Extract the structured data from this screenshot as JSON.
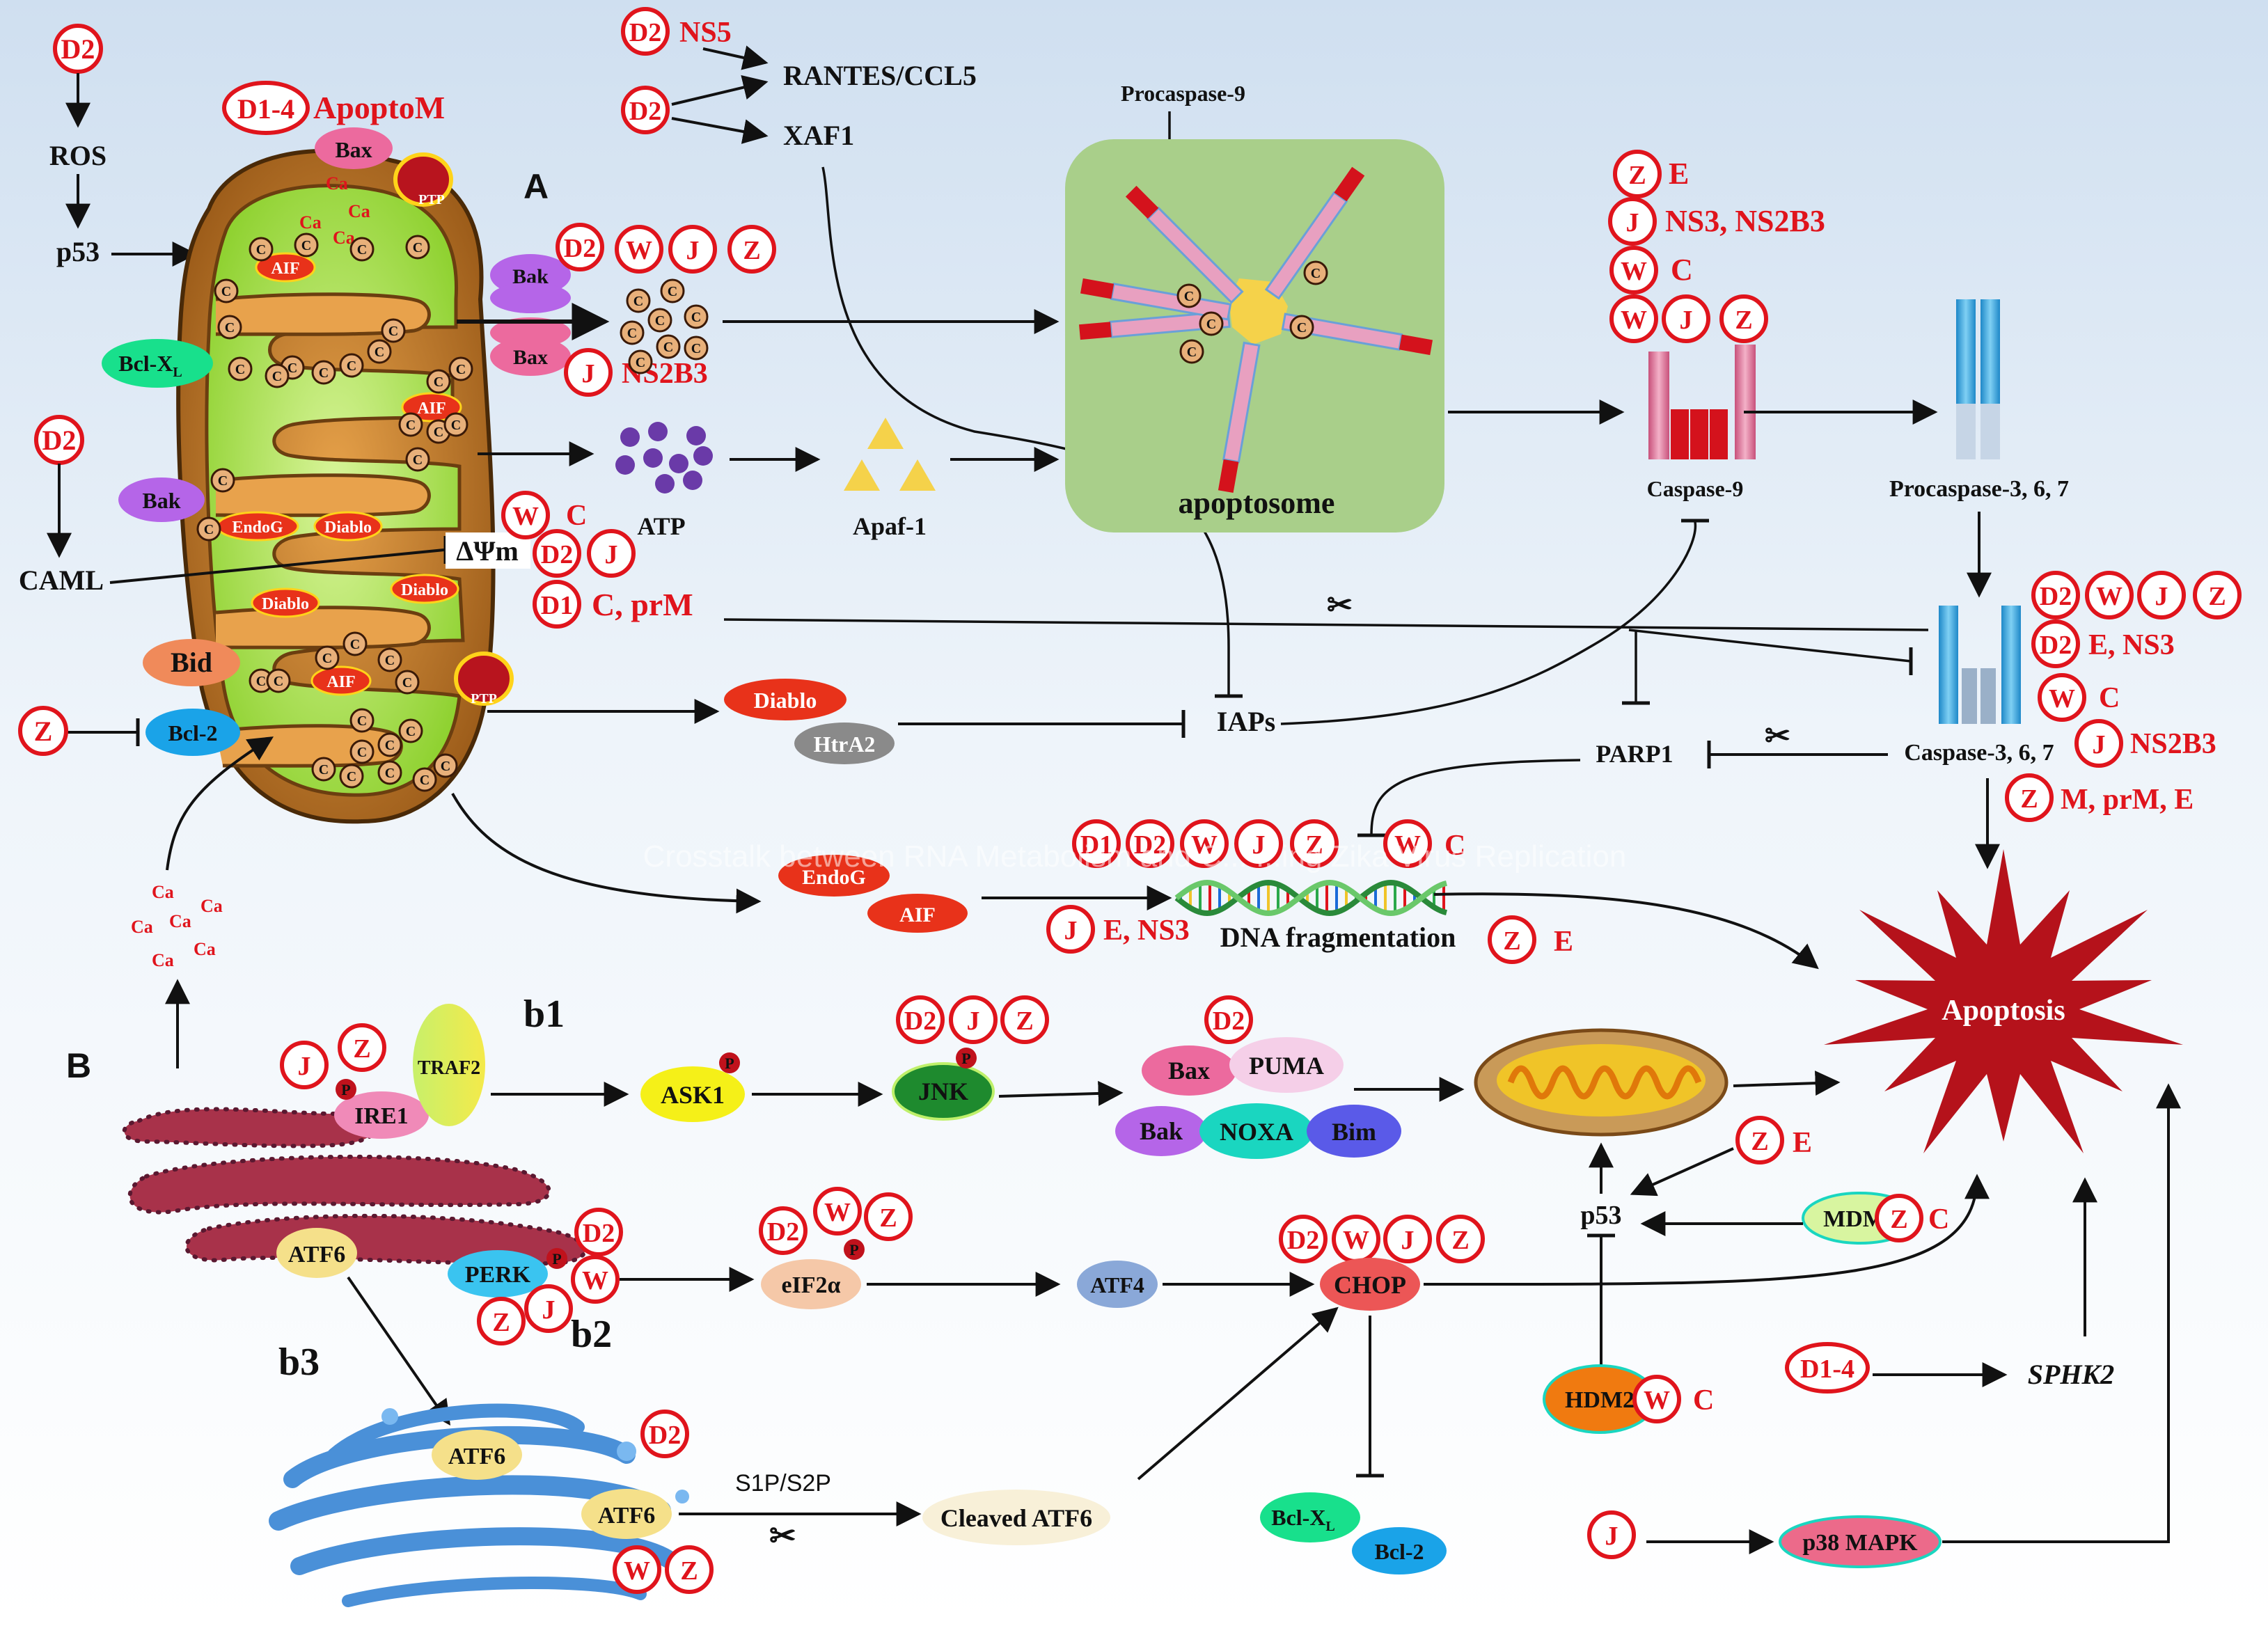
{
  "panels": {
    "a": "A",
    "b": "B",
    "b1": "b1",
    "b2": "b2",
    "b3": "b3"
  },
  "badges": {
    "d2": "D2",
    "d1": "D1",
    "d1_4": "D1-4",
    "w": "W",
    "j": "J",
    "z": "Z"
  },
  "labels": {
    "ros": "ROS",
    "p53": "p53",
    "bcl_xl": "Bcl-X",
    "caml": "CAML",
    "delta_psi": "ΔΨm",
    "bid": "Bid",
    "bcl2": "Bcl-2",
    "bax": "Bax",
    "bak": "Bak",
    "aif": "AIF",
    "endog": "EndoG",
    "diablo": "Diablo",
    "ptp": "PTP",
    "ca": "Ca",
    "c": "C",
    "apoptom": "ApoptoM",
    "ns5": "NS5",
    "rantes": "RANTES/CCL5",
    "xaf1": "XAF1",
    "procaspase9": "Procaspase-9",
    "apoptosome": "apoptosome",
    "atp": "ATP",
    "apaf1": "Apaf-1",
    "caspase9": "Caspase-9",
    "procaspase367": "Procaspase-3, 6, 7",
    "caspase367": "Caspase-3, 6, 7",
    "iaps": "IAPs",
    "htra2": "HtrA2",
    "parp1": "PARP1",
    "dna_frag": "DNA fragmentation",
    "apoptosis": "Apoptosis",
    "traf2": "TRAF2",
    "ire1": "IRE1",
    "ask1": "ASK1",
    "jnk": "JNK",
    "puma": "PUMA",
    "noxa": "NOXA",
    "bim": "Bim",
    "atf6": "ATF6",
    "perk": "PERK",
    "eif2a": "eIF2α",
    "atf4": "ATF4",
    "chop": "CHOP",
    "mdm2": "MDM2",
    "hdm2": "HDM2",
    "sphk2": "SPHK2",
    "s1p_s2p": "S1P/S2P",
    "cleaved_atf6": "Cleaved ATF6",
    "p38": "p38 MAPK",
    "p": "P"
  },
  "annotations": {
    "ns2b3": "NS2B3",
    "c": "C",
    "c_prm": "C, prM",
    "e": "E",
    "ns3_ns2b3": "NS3, NS2B3",
    "e_ns3": "E, NS3",
    "m_prm_e": "M, prM, E",
    "e_ns3_b": "E, NS3"
  },
  "watermark": "Crosstalk between RNA Metabolism and C... ...ing Zika Virus Replication",
  "colors": {
    "badge_red": "#e0141c",
    "apoptosis_red": "#b5121b",
    "apoptosome_green": "#a9cf8a"
  }
}
